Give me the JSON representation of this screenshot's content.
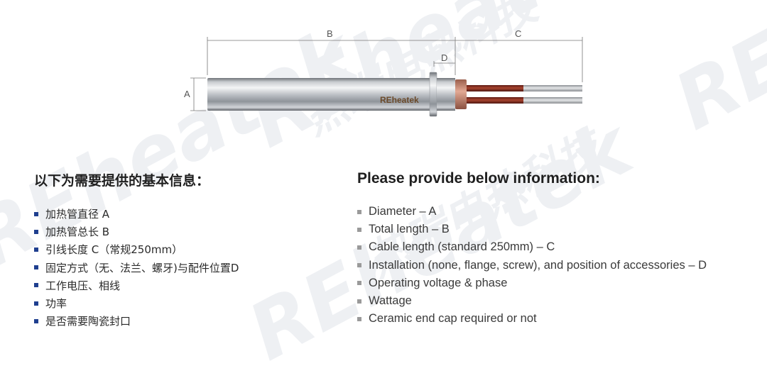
{
  "colors": {
    "cn_bullet": "#1f3f8f",
    "en_bullet": "#9a9a9a",
    "lead_wire_red": "#8e2e22",
    "ceramic_cap": "#c98a74",
    "watermark": "#eef0f3"
  },
  "watermark": {
    "brand": "REheatek",
    "cn": "热瑞电热科技"
  },
  "diagram": {
    "product_label": "REheatek",
    "dimension_labels": {
      "A": "A",
      "B": "B",
      "C": "C",
      "D": "D"
    }
  },
  "cn_section": {
    "heading": "以下为需要提供的基本信息：",
    "items": [
      "加热管直径 A",
      "加热管总长 B",
      "引线长度 C（常规250mm）",
      "固定方式（无、法兰、螺牙)与配件位置D",
      "工作电压、相线",
      "功率",
      "是否需要陶瓷封口"
    ]
  },
  "en_section": {
    "heading": "Please provide below information:",
    "items": [
      "Diameter – A",
      "Total length – B",
      "Cable length (standard 250mm) – C",
      "Installation (none, flange, screw), and position of accessories – D",
      "Operating voltage & phase",
      "Wattage",
      "Ceramic end cap required or not"
    ]
  }
}
